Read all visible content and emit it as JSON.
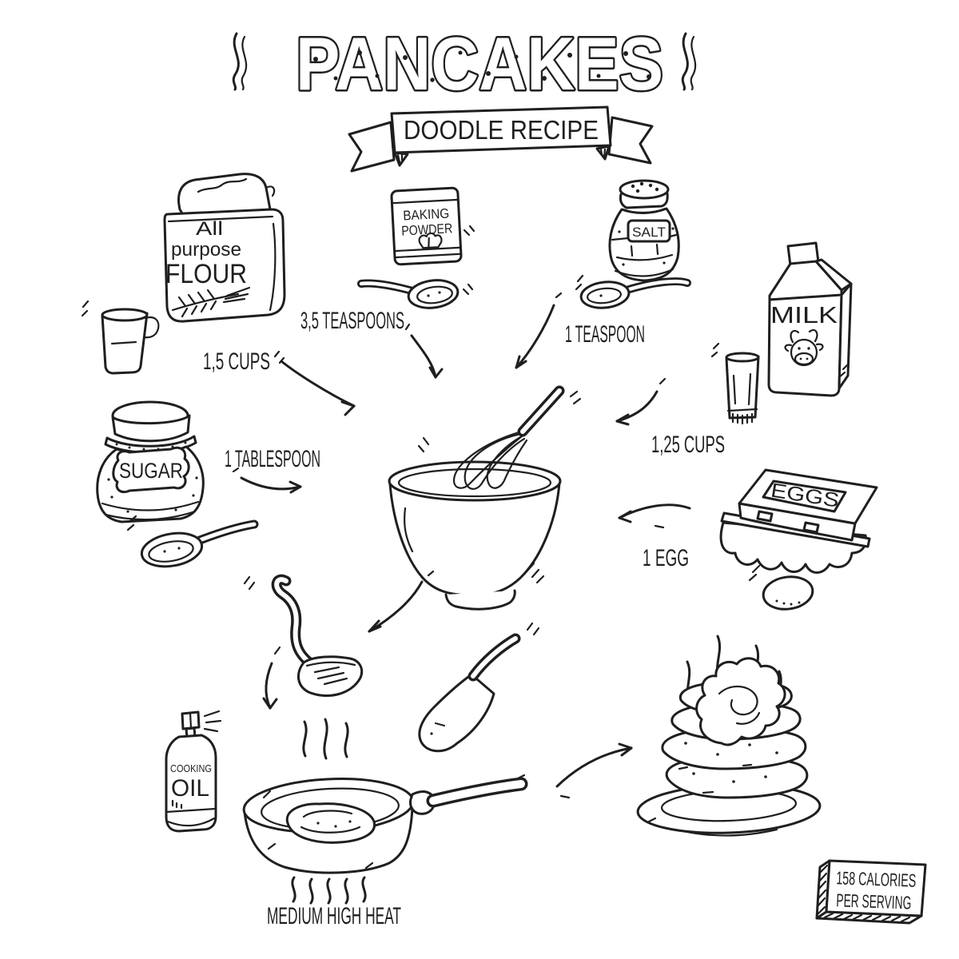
{
  "page": {
    "background": "#ffffff",
    "ink": "#1f1f1f"
  },
  "header": {
    "title": "PANCAKES",
    "banner": "DOODLE RECIPE"
  },
  "ingredients": {
    "flour": {
      "line1": "All",
      "line2": "purpose",
      "line3": "FLOUR",
      "amount": "1,5 CUPS"
    },
    "baking_powder": {
      "line1": "BAKING",
      "line2": "POWDER",
      "amount": "3,5 TEASPOONS"
    },
    "salt": {
      "label": "SALT",
      "amount": "1 TEASPOON"
    },
    "milk": {
      "label": "MILK",
      "amount": "1,25 CUPS"
    },
    "sugar": {
      "label": "SUGAR",
      "amount": "1 TABLESPOON"
    },
    "eggs": {
      "label": "EGGS",
      "amount": "1 EGG"
    }
  },
  "cooking": {
    "oil": {
      "line1": "COOKING",
      "line2": "OIL"
    },
    "heat_note": "MEDIUM HIGH HEAT"
  },
  "nutrition": {
    "line1": "158 CALORIES",
    "line2": "PER SERVING"
  }
}
